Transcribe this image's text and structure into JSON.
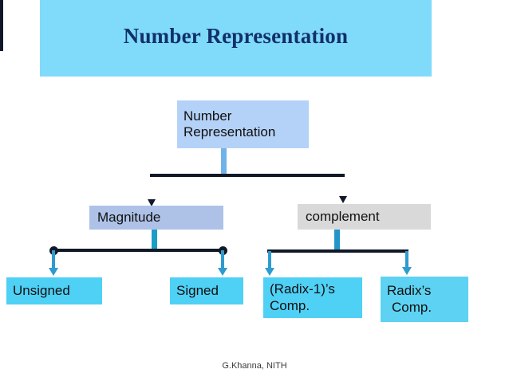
{
  "slide": {
    "title": "Number Representation",
    "footer": "G.Khanna, NITH"
  },
  "colors": {
    "banner_bg": "#80DBFA",
    "title_text": "#12306B",
    "root_box_bg": "#B4D2F7",
    "magnitude_box_bg": "#AEC2E8",
    "complement_box_bg": "#D9D9D9",
    "leaf_box_bg": "#4FD0F5",
    "leaf_box_bg_alt": "#5DD2F2",
    "connector_black": "#101828",
    "connector_blue": "#2E9BD0",
    "stem_light_blue": "#6FB4E8",
    "stem_teal": "#1B9DC8",
    "footer_text": "#3A3A3A"
  },
  "chart_data": {
    "type": "tree-diagram",
    "title": "Number Representation",
    "root": {
      "label": "Number Representation",
      "children": [
        {
          "label": "Magnitude",
          "children": [
            {
              "label": "Unsigned"
            },
            {
              "label": "Signed"
            }
          ]
        },
        {
          "label": "complement",
          "children": [
            {
              "label": "(Radix-1)'s Comp."
            },
            {
              "label": "Radix's Comp."
            }
          ]
        }
      ]
    }
  },
  "nodes": {
    "root": {
      "line1": "Number",
      "line2": "Representation"
    },
    "magnitude": {
      "label": "Magnitude"
    },
    "complement": {
      "label": "complement"
    },
    "unsigned": {
      "label": "Unsigned"
    },
    "signed": {
      "label": "Signed"
    },
    "radix_minus_one": {
      "line1": "(Radix-1)’s",
      "line2": "Comp."
    },
    "radix": {
      "line1": "Radix’s",
      "line2": "Comp."
    }
  }
}
